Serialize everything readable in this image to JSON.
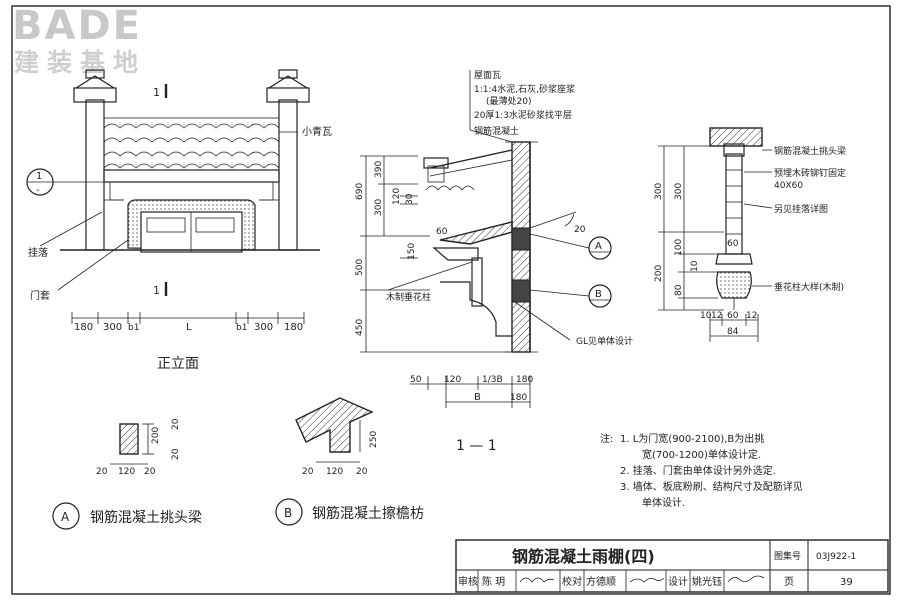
{
  "logo": {
    "brand": "BADE",
    "sub": "建装基地"
  },
  "front": {
    "title": "正立面",
    "section_mark_top": "1",
    "section_mark_bottom": "1",
    "callout_num": "1",
    "callout_den": "-",
    "label_small_tile": "小青瓦",
    "label_hanging": "挂落",
    "label_door_cover": "门套",
    "dims": [
      "180",
      "300",
      "b1",
      "L",
      "b1",
      "300",
      "180"
    ]
  },
  "section": {
    "title": "1 — 1",
    "notes_top": [
      "屋面瓦",
      "1:1:4水泥,石灰,砂浆座浆",
      "(最薄处20)",
      "20厚1:3水泥砂浆找平层",
      "钢筋混凝土"
    ],
    "label_wood_post": "木制垂花柱",
    "label_gl": "GL见单体设计",
    "callout_a": "A",
    "callout_b": "B",
    "angle": "20",
    "dims_left_outer": [
      "690",
      "500",
      "450"
    ],
    "dims_left_inner": [
      "390",
      "300",
      "120",
      "30",
      "150"
    ],
    "dim_60": "60",
    "dims_bottom_top": [
      "50",
      "120",
      "1/3B",
      "180"
    ],
    "dims_bottom": [
      "B",
      "180"
    ]
  },
  "post": {
    "labels": [
      "钢筋混凝土挑头梁",
      "预埋木砖铆钉固定",
      "40X60",
      "另见挂落详图",
      "垂花柱大样(木制)"
    ],
    "dims_left": [
      "300",
      "200"
    ],
    "dims_inner": [
      "300",
      "100",
      "80",
      "10"
    ],
    "dim_60": "60",
    "dims_bottom_top": [
      "12",
      "60",
      "12"
    ],
    "dim_bottom": "84",
    "dim_10": "10"
  },
  "detail_a": {
    "label_letter": "A",
    "label_text": "钢筋混凝土挑头梁",
    "dims_right": [
      "200",
      "20",
      "20"
    ],
    "dims_bottom": [
      "20",
      "120",
      "20"
    ]
  },
  "detail_b": {
    "label_letter": "B",
    "label_text": "钢筋混凝土擦檐枋",
    "dim_right": "250",
    "dims_bottom": [
      "20",
      "120",
      "20"
    ]
  },
  "notes": {
    "prefix": "注:",
    "items": [
      "1.  L为门宽(900-2100),B为出挑",
      "宽(700-1200)单体设计定.",
      "2.  挂落、门套由单体设计另外选定.",
      "3.  墙体、板底粉刷、结构尺寸及配筋详见",
      "单体设计."
    ]
  },
  "titleblock": {
    "title": "钢筋混凝土雨棚(四)",
    "atlas_label": "图集号",
    "atlas_no": "03J922-1",
    "review_label": "审核",
    "reviewer": "陈 玥",
    "check_label": "校对",
    "checker": "方德顺",
    "design_label": "设计",
    "designer": "姚光钰",
    "page_label": "页",
    "page_no": "39"
  }
}
